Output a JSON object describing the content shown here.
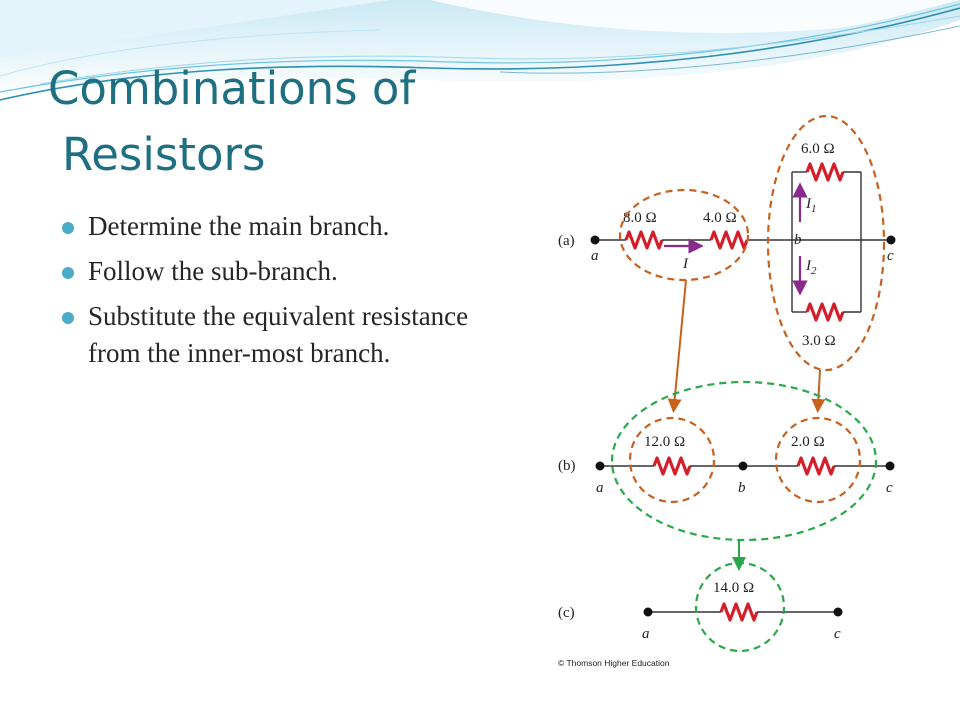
{
  "slide": {
    "title_line1": "Combinations of",
    "title_line2": "Resistors",
    "bullets": [
      "Determine the main branch.",
      "Follow the sub-branch.",
      "Substitute the equivalent resistance  from the inner-most branch."
    ]
  },
  "figure": {
    "panel_labels": [
      "(a)",
      "(b)",
      "(c)"
    ],
    "a": {
      "r1": "8.0 Ω",
      "r2": "4.0 Ω",
      "r_top": "6.0 Ω",
      "r_bottom": "3.0 Ω",
      "node_a": "a",
      "node_b": "b",
      "node_c": "c",
      "current": "I",
      "current_1": "I",
      "current_1_sub": "1",
      "current_2": "I",
      "current_2_sub": "2"
    },
    "b": {
      "r1": "12.0 Ω",
      "r2": "2.0 Ω",
      "node_a": "a",
      "node_b": "b",
      "node_c": "c"
    },
    "c": {
      "r1": "14.0 Ω",
      "node_a": "a",
      "node_c": "c"
    },
    "credit": "© Thomson Higher Education"
  },
  "colors": {
    "title": "#1f6f82",
    "bullet_dot": "#4bacc6",
    "resistor": "#d41f2b",
    "orange_dashed": "#c8601e",
    "green_dashed": "#2aa84a",
    "current_arrow": "#8a2a8c",
    "wave_dark": "#2f8fb0",
    "wave_light": "#bde5f2"
  }
}
